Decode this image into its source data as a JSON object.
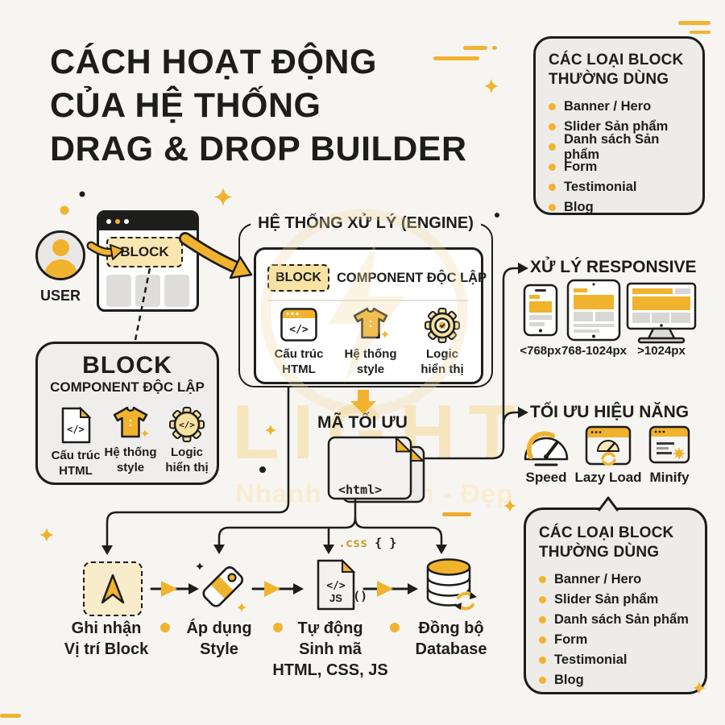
{
  "colors": {
    "accent": "#F1B32E",
    "ink": "#1D1D1B",
    "panel": "#EDECE9",
    "background": "#F7F5F2",
    "chip_bg": "#F9E5AF"
  },
  "title": {
    "line1": "CÁCH HOẠT ĐỘNG",
    "line2": "CỦA HỆ THỐNG",
    "line3": "DRAG & DROP BUILDER"
  },
  "block_types_top": {
    "heading_line1": "CÁC LOẠI BLOCK",
    "heading_line2": "THƯỜNG DÙNG",
    "items": [
      "Banner / Hero",
      "Slider Sản phẩm",
      "Danh sách Sản phẩm",
      "Form",
      "Testimonial",
      "Blog"
    ]
  },
  "block_types_bottom": {
    "heading_line1": "CÁC LOẠI BLOCK",
    "heading_line2": "THƯỜNG DÙNG",
    "items": [
      "Banner / Hero",
      "Slider Sản phẩm",
      "Danh sách Sản phẩm",
      "Form",
      "Testimonial",
      "Blog"
    ]
  },
  "user_section": {
    "user_label": "USER",
    "block_chip": "BLOCK"
  },
  "engine": {
    "title": "HỆ THỐNG XỬ LÝ (ENGINE)",
    "block_chip": "BLOCK",
    "component_label": "COMPONENT ĐỘC LẬP",
    "features": [
      {
        "line1": "Cấu trúc",
        "line2": "HTML"
      },
      {
        "line1": "Hệ thống",
        "line2": "style"
      },
      {
        "line1": "Logic",
        "line2": "hiển thị"
      }
    ]
  },
  "block_box": {
    "title": "BLOCK",
    "subtitle": "COMPONENT ĐỘC LẬP",
    "features": [
      {
        "line1": "Cấu trúc",
        "line2": "HTML"
      },
      {
        "line1": "Hệ thống",
        "line2": "style"
      },
      {
        "line1": "Logic",
        "line2": "hiển thị"
      }
    ]
  },
  "optimized_code": {
    "title": "MÃ TỐI ƯU",
    "line1": "<html>",
    "line2_key": ".css",
    "line2_rest": " { }",
    "line3_key": "js",
    "line3_rest": "()"
  },
  "responsive": {
    "title": "XỬ LÝ RESPONSIVE",
    "devices": [
      {
        "name": "phone",
        "label": "<768px"
      },
      {
        "name": "tablet",
        "label": "768-1024px"
      },
      {
        "name": "desktop",
        "label": ">1024px"
      }
    ]
  },
  "performance": {
    "title": "TỐI ƯU HIỆU NĂNG",
    "items": [
      {
        "label": "Speed"
      },
      {
        "label": "Lazy Load"
      },
      {
        "label": "Minify"
      }
    ]
  },
  "pipeline": {
    "steps": [
      {
        "line1": "Ghi nhận",
        "line2": "Vị trí Block",
        "line3": ""
      },
      {
        "line1": "Áp dụng",
        "line2": "Style",
        "line3": ""
      },
      {
        "line1": "Tự động",
        "line2": "Sinh mã",
        "line3": "HTML, CSS, JS"
      },
      {
        "line1": "Đồng bộ",
        "line2": "Database",
        "line3": ""
      }
    ]
  },
  "watermark": {
    "brand": "LIGHT",
    "tagline": "Nhanh - Chuẩn - Đẹp"
  },
  "icons": {
    "code_glyph": "</>",
    "js_label": "JS"
  }
}
